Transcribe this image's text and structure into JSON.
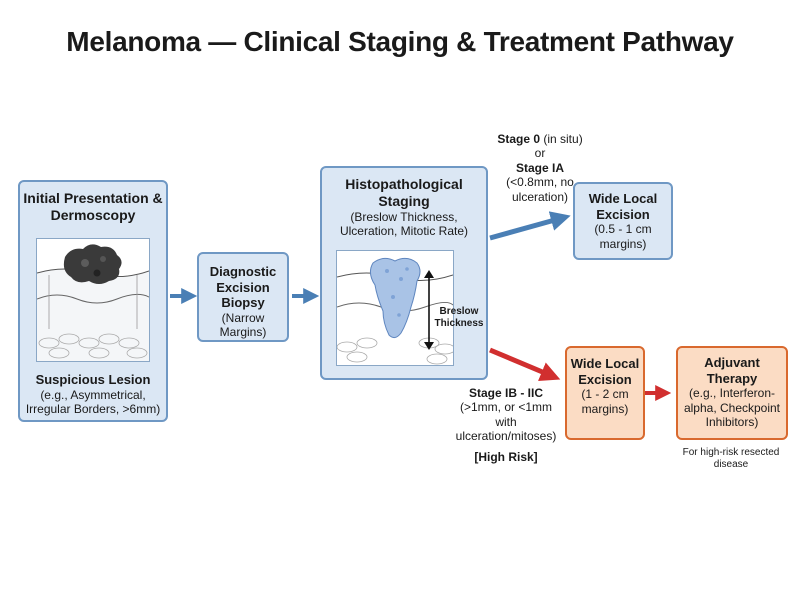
{
  "title": "Melanoma — Clinical Staging & Treatment Pathway",
  "initial": {
    "heading": "Initial Presentation & Dermoscopy",
    "lesion_title": "Suspicious Lesion",
    "lesion_desc": "(e.g., Asymmetrical, Irregular Borders, >6mm)"
  },
  "biopsy": {
    "heading": "Diagnostic Excision Biopsy",
    "desc": "(Narrow Margins)"
  },
  "histo": {
    "heading": "Histopathological Staging",
    "desc": "(Breslow Thickness, Ulceration, Mitotic Rate)",
    "breslow_label": "Breslow Thickness"
  },
  "early": {
    "stage0": "Stage 0",
    "stage0_note": "(in situ)",
    "or": "or",
    "stageIA": "Stage IA",
    "criteria": "(<0.8mm, no ulceration)"
  },
  "wle_narrow": {
    "heading": "Wide Local Excision",
    "desc": "(0.5 - 1 cm margins)"
  },
  "late": {
    "stage": "Stage IB - IIC",
    "criteria": "(>1mm, or <1mm with ulceration/mitoses)",
    "risk": "[High Risk]"
  },
  "wle_wide": {
    "heading": "Wide Local Excision",
    "desc": "(1 - 2 cm margins)"
  },
  "adjuvant": {
    "heading": "Adjuvant Therapy",
    "desc": "(e.g., Interferon-alpha, Checkpoint Inhibitors)",
    "note": "For high-risk resected disease"
  },
  "colors": {
    "blue_fill": "#dbe7f4",
    "blue_border": "#6f98c4",
    "blue_arrow": "#4a7fb5",
    "orange_fill": "#fbdcc4",
    "orange_border": "#d9692e",
    "red_arrow": "#d12f2f"
  }
}
